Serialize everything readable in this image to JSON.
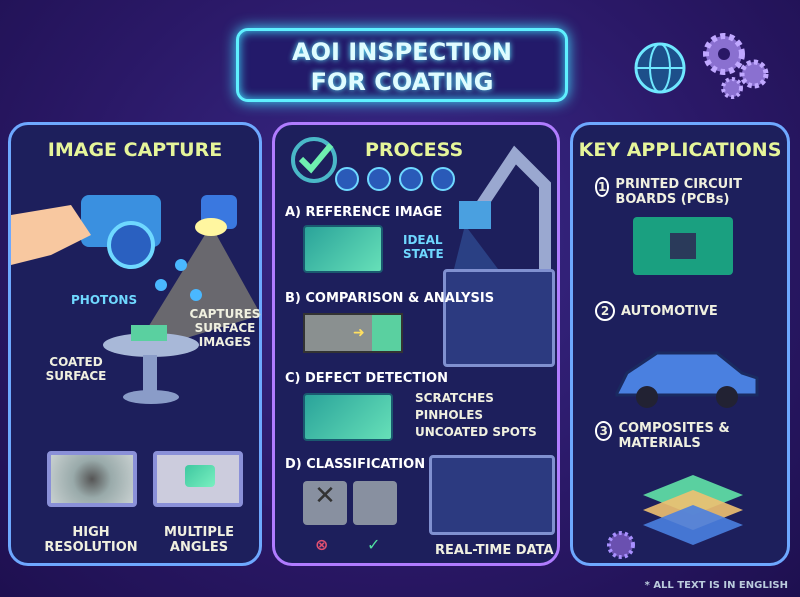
{
  "title": {
    "line1": "AOI INSPECTION",
    "line2": "FOR COATING"
  },
  "header_icons": [
    "globe-icon",
    "gears-icon"
  ],
  "image_capture": {
    "heading": "IMAGE CAPTURE",
    "photons": "PHOTONS",
    "captures": "CAPTURES SURFACE IMAGES",
    "coated": "COATED SURFACE",
    "high_res": "HIGH RESOLUTION",
    "multi_angles": "MULTIPLE ANGLES"
  },
  "process": {
    "heading": "PROCESS",
    "icons": [
      "checkmark-icon",
      "check-circle-icon",
      "chart-icon",
      "factory-icon"
    ],
    "a": "A) REFERENCE IMAGE",
    "ideal": "IDEAL STATE",
    "b": "B) COMPARISON & ANALYSIS",
    "c": "C) DEFECT DETECTION",
    "defects": [
      "SCRATCHES",
      "PINHOLES",
      "UNCOATED SPOTS"
    ],
    "d": "D) CLASSIFICATION",
    "realtime": "REAL-TIME DATA"
  },
  "applications": {
    "heading": "KEY APPLICATIONS",
    "items": [
      {
        "num": "1",
        "label": "PRINTED CIRCUIT BOARDS (PCBs)"
      },
      {
        "num": "2",
        "label": "AUTOMOTIVE"
      },
      {
        "num": "3",
        "label": "COMPOSITES & MATERIALS"
      }
    ]
  },
  "footnote": "* ALL TEXT IS IN ENGLISH",
  "colors": {
    "accent": "#5ff0ff",
    "heading": "#e6f59a",
    "panel_border": "#6ea8ff",
    "process_border": "#b07cff"
  }
}
